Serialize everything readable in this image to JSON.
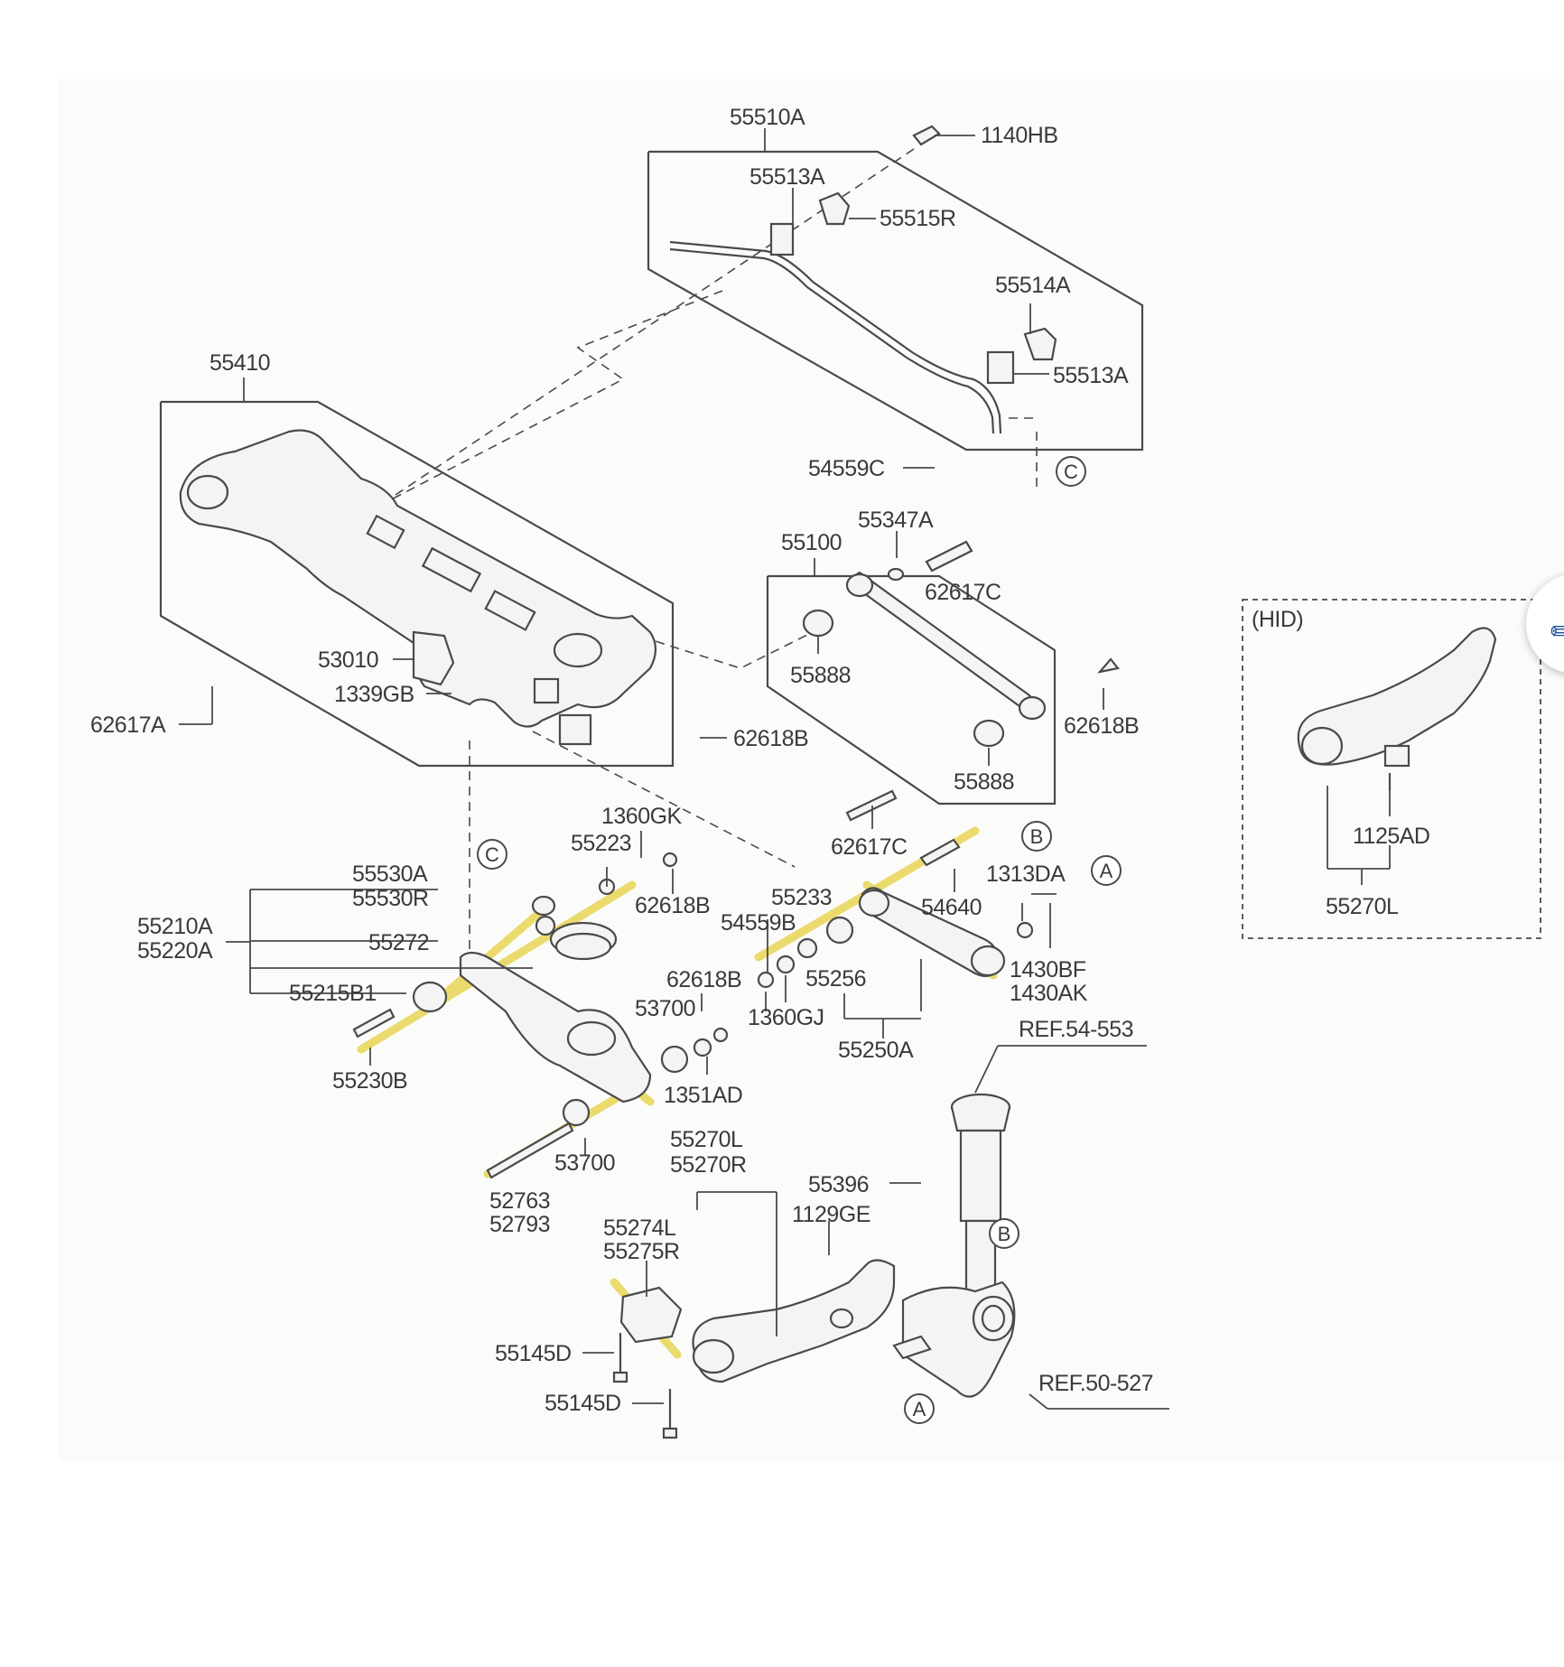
{
  "diagram": {
    "labels": {
      "p55510A": "55510A",
      "p1140HB": "1140HB",
      "p55513A_top": "55513A",
      "p55515R": "55515R",
      "p55514A": "55514A",
      "p55513A_right": "55513A",
      "p54559C": "54559C",
      "p55410": "55410",
      "p53010": "53010",
      "p1339GB": "1339GB",
      "p62617A": "62617A",
      "p62618B_frame": "62618B",
      "p55347A": "55347A",
      "p55100": "55100",
      "p62617C_top": "62617C",
      "p55888_left": "55888",
      "p62618B_arm": "62618B",
      "p55888_right": "55888",
      "p62617C_bottom": "62617C",
      "p1360GK": "1360GK",
      "p55223": "55223",
      "p55530A": "55530A",
      "p55530R": "55530R",
      "p62618B_link": "62618B",
      "p55210A": "55210A",
      "p55220A": "55220A",
      "p55272": "55272",
      "p55215B1": "55215B1",
      "p55233": "55233",
      "p54559B": "54559B",
      "p54640": "54640",
      "p1313DA": "1313DA",
      "p62618B_lower": "62618B",
      "p55256": "55256",
      "p53700_upper": "53700",
      "p1360GJ": "1360GJ",
      "p1430BF": "1430BF",
      "p1430AK": "1430AK",
      "p55250A": "55250A",
      "p55230B": "55230B",
      "p1351AD": "1351AD",
      "pREF54": "REF.54-553",
      "p53700_lower": "53700",
      "p55270L_main": "55270L",
      "p55270R_main": "55270R",
      "p52763": "52763",
      "p52793": "52793",
      "p55396": "55396",
      "p1129GE": "1129GE",
      "p55274L": "55274L",
      "p55275R": "55275R",
      "p55145D_a": "55145D",
      "p55145D_b": "55145D",
      "pREF50": "REF.50-527",
      "hid_title": "(HID)",
      "p1125AD": "1125AD",
      "p55270L_hid": "55270L"
    },
    "markers": {
      "C_top": "C",
      "B_top": "B",
      "C_left": "C",
      "A_right": "A",
      "B_knuckle": "B",
      "A_knuckle": "A"
    }
  },
  "colors": {
    "line": "#4a4a4a",
    "part_fill": "#f4f4f4",
    "highlight": "#e8d24a",
    "panel_bg": "#fbfcfa"
  },
  "icons": {
    "edit_button": "pencil-icon"
  }
}
